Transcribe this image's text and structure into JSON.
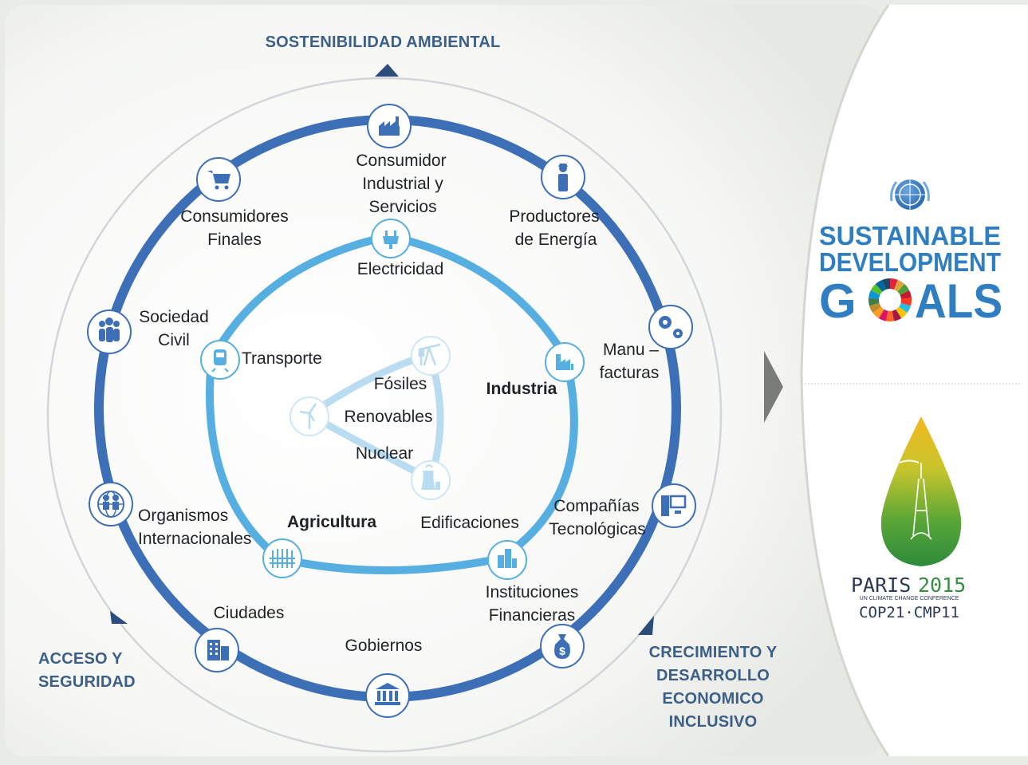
{
  "axes": {
    "top": "SOSTENIBILIDAD AMBIENTAL",
    "left": [
      "ACCESO Y",
      "SEGURIDAD"
    ],
    "right": [
      "CRECIMIENTO Y",
      "DESARROLLO",
      "ECONOMICO",
      "INCLUSIVO"
    ]
  },
  "outer_ring": {
    "color": "#3d6fb6",
    "nodes": [
      {
        "icon": "factory-icon",
        "label": [
          "Consumidor",
          "Industrial y",
          "Servicios"
        ]
      },
      {
        "icon": "worker-icon",
        "label": [
          "Productores",
          "de Energía"
        ]
      },
      {
        "icon": "gears-icon",
        "label": [
          "Manu –",
          "facturas"
        ]
      },
      {
        "icon": "computer-icon",
        "label": [
          "Compañías",
          "Tecnológicas"
        ]
      },
      {
        "icon": "money-bag-icon",
        "label": [
          "Instituciones",
          "Financieras"
        ]
      },
      {
        "icon": "government-building-icon",
        "label": [
          "Gobiernos"
        ]
      },
      {
        "icon": "city-building-icon",
        "label": [
          "Ciudades"
        ]
      },
      {
        "icon": "globe-people-icon",
        "label": [
          "Organismos",
          "Internacionales"
        ]
      },
      {
        "icon": "people-group-icon",
        "label": [
          "Sociedad",
          "Civil"
        ]
      },
      {
        "icon": "shopping-cart-icon",
        "label": [
          "Consumidores",
          "Finales"
        ]
      }
    ]
  },
  "middle_ring": {
    "color": "#56afe0",
    "nodes": [
      {
        "icon": "plug-icon",
        "label": "Electricidad"
      },
      {
        "icon": "factory-small-icon",
        "label": "Industria"
      },
      {
        "icon": "buildings-icon",
        "label": "Edificaciones"
      },
      {
        "icon": "crops-icon",
        "label": "Agricultura"
      },
      {
        "icon": "train-icon",
        "label": "Transporte"
      }
    ]
  },
  "inner_ring": {
    "color": "#b9dcf1",
    "nodes": [
      {
        "icon": "oil-pump-icon",
        "label": "Fósiles"
      },
      {
        "icon": "wind-turbine-icon",
        "label": "Renovables"
      },
      {
        "icon": "nuclear-plant-icon",
        "label": "Nuclear"
      }
    ]
  },
  "sdg": {
    "line1": "SUSTAINABLE",
    "line2": "DEVELOPMENT",
    "line3_a": "G",
    "line3_b": "ALS",
    "color": "#2f7ec1"
  },
  "cop": {
    "paris": "PARIS",
    "year": "2015",
    "subtitle": "UN CLIMATE CHANGE CONFERENCE",
    "event": "COP21·CMP11"
  }
}
